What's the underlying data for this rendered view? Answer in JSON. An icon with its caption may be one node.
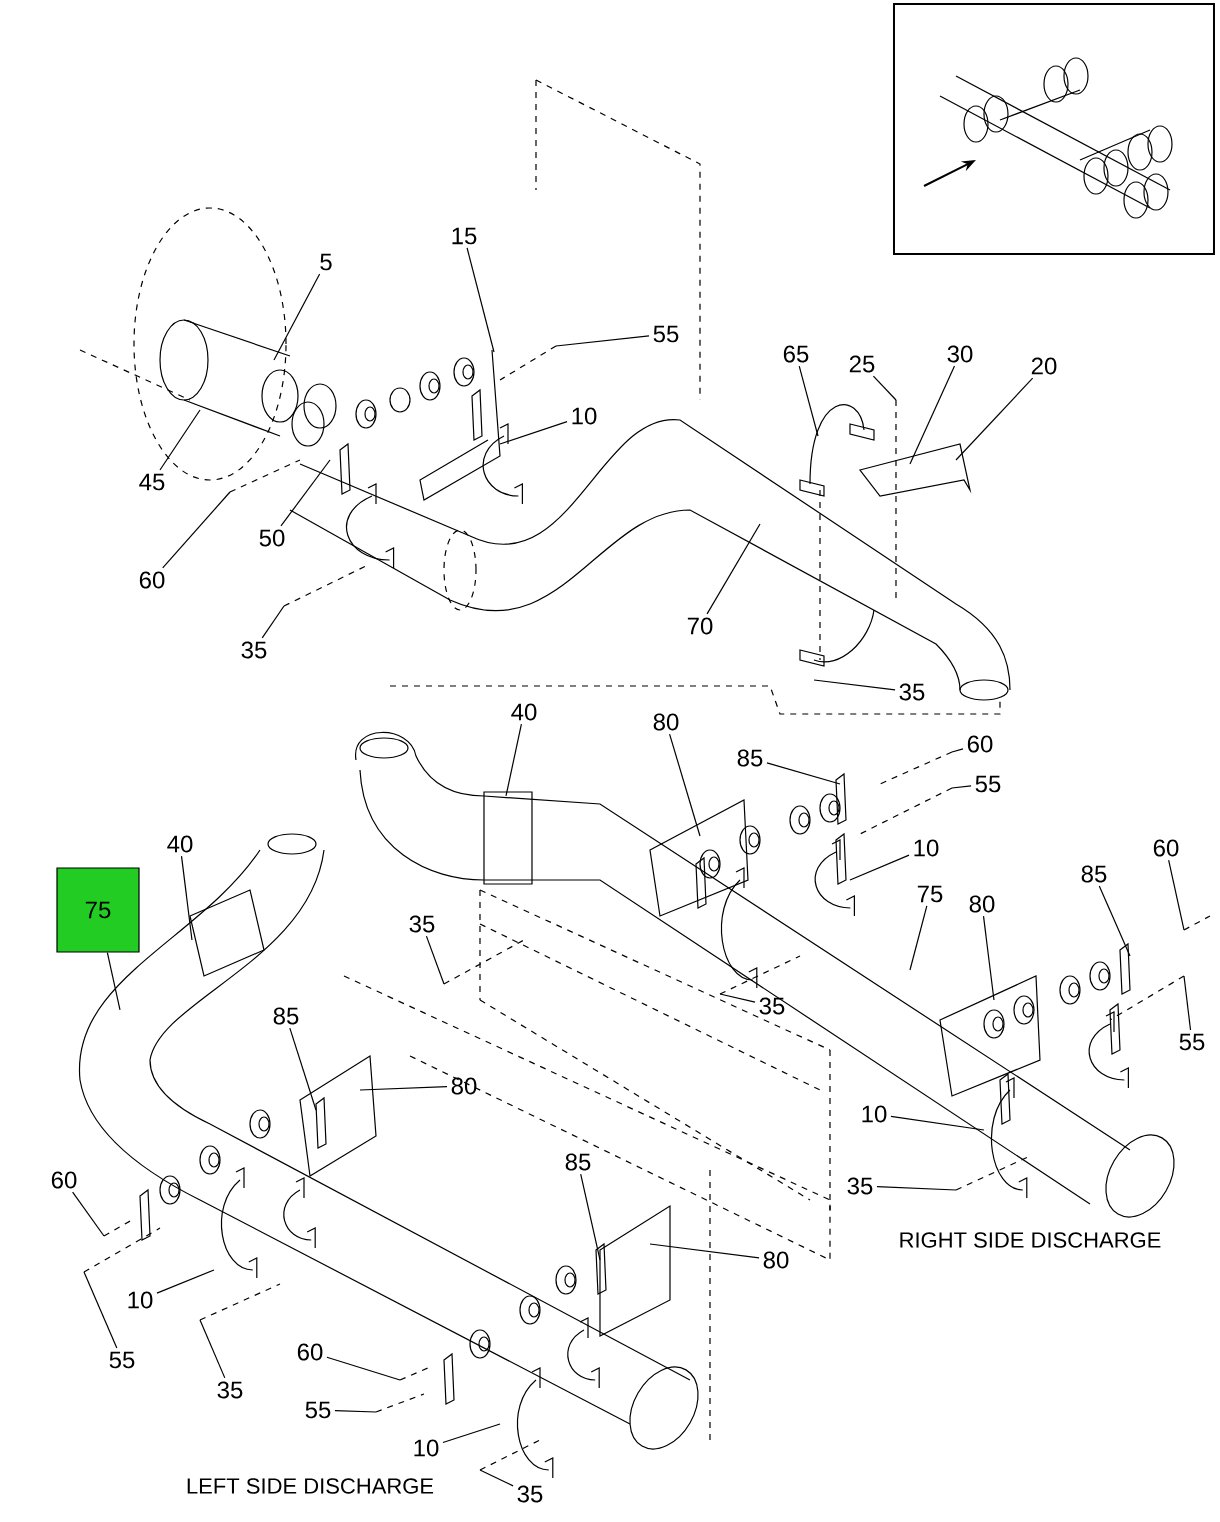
{
  "diagram": {
    "nodes": [
      {
        "text": [
          "15"
        ]
      },
      {
        "text": [
          "5"
        ]
      },
      {
        "text": [
          "55"
        ]
      },
      {
        "text": [
          "25"
        ]
      },
      {
        "text": [
          "30"
        ]
      },
      {
        "text": [
          "20"
        ]
      },
      {
        "text": [
          "65"
        ]
      },
      {
        "text": [
          "10"
        ]
      },
      {
        "text": [
          "45"
        ]
      },
      {
        "text": [
          "50"
        ]
      },
      {
        "text": [
          "60"
        ]
      },
      {
        "text": [
          "70"
        ]
      },
      {
        "text": [
          "35"
        ]
      },
      {
        "text": [
          "35"
        ]
      },
      {
        "text": [
          "40"
        ]
      },
      {
        "text": [
          "80"
        ]
      },
      {
        "text": [
          "85"
        ]
      },
      {
        "text": [
          "60"
        ]
      },
      {
        "text": [
          "55"
        ]
      },
      {
        "text": [
          "10"
        ]
      },
      {
        "text": [
          "75"
        ]
      },
      {
        "text": [
          "80"
        ]
      },
      {
        "text": [
          "85"
        ]
      },
      {
        "text": [
          "60"
        ]
      },
      {
        "text": [
          "55"
        ]
      },
      {
        "text": [
          "10"
        ]
      },
      {
        "text": [
          "35"
        ]
      },
      {
        "text": [
          "35"
        ]
      },
      {
        "text": [
          "35"
        ]
      },
      {
        "text": [
          "40"
        ]
      },
      {
        "text": [
          "75"
        ]
      },
      {
        "text": [
          "85"
        ]
      },
      {
        "text": [
          "80"
        ]
      },
      {
        "text": [
          "60"
        ]
      },
      {
        "text": [
          "10"
        ]
      },
      {
        "text": [
          "55"
        ]
      },
      {
        "text": [
          "35"
        ]
      },
      {
        "text": [
          "85"
        ]
      },
      {
        "text": [
          "80"
        ]
      },
      {
        "text": [
          "60"
        ]
      },
      {
        "text": [
          "55"
        ]
      },
      {
        "text": [
          "10"
        ]
      },
      {
        "text": [
          "35"
        ]
      }
    ],
    "edges": [
      {
        "from": 0,
        "to": null,
        "arrow": "none"
      },
      {
        "from": 1,
        "to": null,
        "arrow": "none"
      },
      {
        "from": 2,
        "to": null,
        "arrow": "none"
      },
      {
        "from": 3,
        "to": null,
        "arrow": "none"
      },
      {
        "from": 4,
        "to": null,
        "arrow": "none"
      },
      {
        "from": 5,
        "to": null,
        "arrow": "none"
      },
      {
        "from": 6,
        "to": null,
        "arrow": "none"
      },
      {
        "from": 7,
        "to": null,
        "arrow": "none"
      },
      {
        "from": 8,
        "to": null,
        "arrow": "none"
      },
      {
        "from": 9,
        "to": null,
        "arrow": "none"
      },
      {
        "from": 10,
        "to": null,
        "arrow": "none"
      },
      {
        "from": 11,
        "to": null,
        "arrow": "none"
      },
      {
        "from": 12,
        "to": null,
        "arrow": "none"
      },
      {
        "from": 13,
        "to": null,
        "arrow": "none"
      },
      {
        "from": 14,
        "to": null,
        "arrow": "none"
      },
      {
        "from": 15,
        "to": null,
        "arrow": "none"
      },
      {
        "from": 16,
        "to": null,
        "arrow": "none"
      },
      {
        "from": 17,
        "to": null,
        "arrow": "none"
      },
      {
        "from": 18,
        "to": null,
        "arrow": "none"
      },
      {
        "from": 19,
        "to": null,
        "arrow": "none"
      },
      {
        "from": 20,
        "to": null,
        "arrow": "none"
      },
      {
        "from": 21,
        "to": null,
        "arrow": "none"
      },
      {
        "from": 22,
        "to": null,
        "arrow": "none"
      },
      {
        "from": 23,
        "to": null,
        "arrow": "none"
      },
      {
        "from": 24,
        "to": null,
        "arrow": "none"
      },
      {
        "from": 25,
        "to": null,
        "arrow": "none"
      },
      {
        "from": 26,
        "to": null,
        "arrow": "none"
      },
      {
        "from": 27,
        "to": null,
        "arrow": "none"
      },
      {
        "from": 28,
        "to": null,
        "arrow": "none"
      },
      {
        "from": 29,
        "to": null,
        "arrow": "none"
      },
      {
        "from": 30,
        "to": null,
        "arrow": "none"
      },
      {
        "from": 31,
        "to": null,
        "arrow": "none"
      },
      {
        "from": 32,
        "to": null,
        "arrow": "none"
      },
      {
        "from": 33,
        "to": null,
        "arrow": "none"
      },
      {
        "from": 34,
        "to": null,
        "arrow": "none"
      },
      {
        "from": 35,
        "to": null,
        "arrow": "none"
      },
      {
        "from": 36,
        "to": null,
        "arrow": "none"
      },
      {
        "from": 37,
        "to": null,
        "arrow": "none"
      },
      {
        "from": 38,
        "to": null,
        "arrow": "none"
      },
      {
        "from": 39,
        "to": null,
        "arrow": "none"
      },
      {
        "from": 40,
        "to": null,
        "arrow": "none"
      },
      {
        "from": 41,
        "to": null,
        "arrow": "none"
      },
      {
        "from": 42,
        "to": null,
        "arrow": "none"
      }
    ],
    "labels": [
      "RIGHT SIDE DISCHARGE",
      "LEFT SIDE DISCHARGE"
    ]
  }
}
